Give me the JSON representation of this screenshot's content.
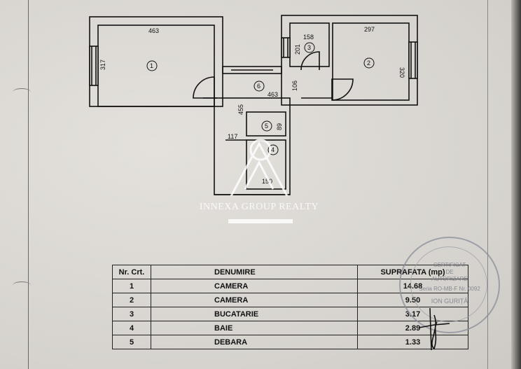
{
  "plan": {
    "dims": {
      "room1_width": "463",
      "room1_height": "317",
      "room2_width": "297",
      "room2_height": "320",
      "kitchen_width": "158",
      "kitchen_height": "201",
      "hall_width": "463",
      "hall_height": "106",
      "corridor_length": "455",
      "corridor_width": "117",
      "storage_height": "89",
      "bath_width": "150"
    },
    "room_numbers": [
      "1",
      "2",
      "3",
      "4",
      "5",
      "6"
    ]
  },
  "watermark": "INNEXA GROUP REALTY",
  "legend": {
    "headers": [
      "Nr. Crt.",
      "DENUMIRE",
      "SUPRAFATA (mp)"
    ],
    "rows": [
      [
        "1",
        "CAMERA",
        "14.68"
      ],
      [
        "2",
        "CAMERA",
        "9.50"
      ],
      [
        "3",
        "BUCATARIE",
        "3.17"
      ],
      [
        "4",
        "BAIE",
        "2.89"
      ],
      [
        "5",
        "DEBARA",
        "1.33"
      ]
    ]
  },
  "stamp": {
    "line1": "CERTIFICAT",
    "line2": "DE",
    "line3": "AUTORIZARE",
    "line4": "Seria RO-MB-F Nr. 0092",
    "line5": "ION GURIȚĂ"
  },
  "colors": {
    "paper": "#dcd9d4",
    "ink": "#111111",
    "stamp": "#6f7380"
  }
}
